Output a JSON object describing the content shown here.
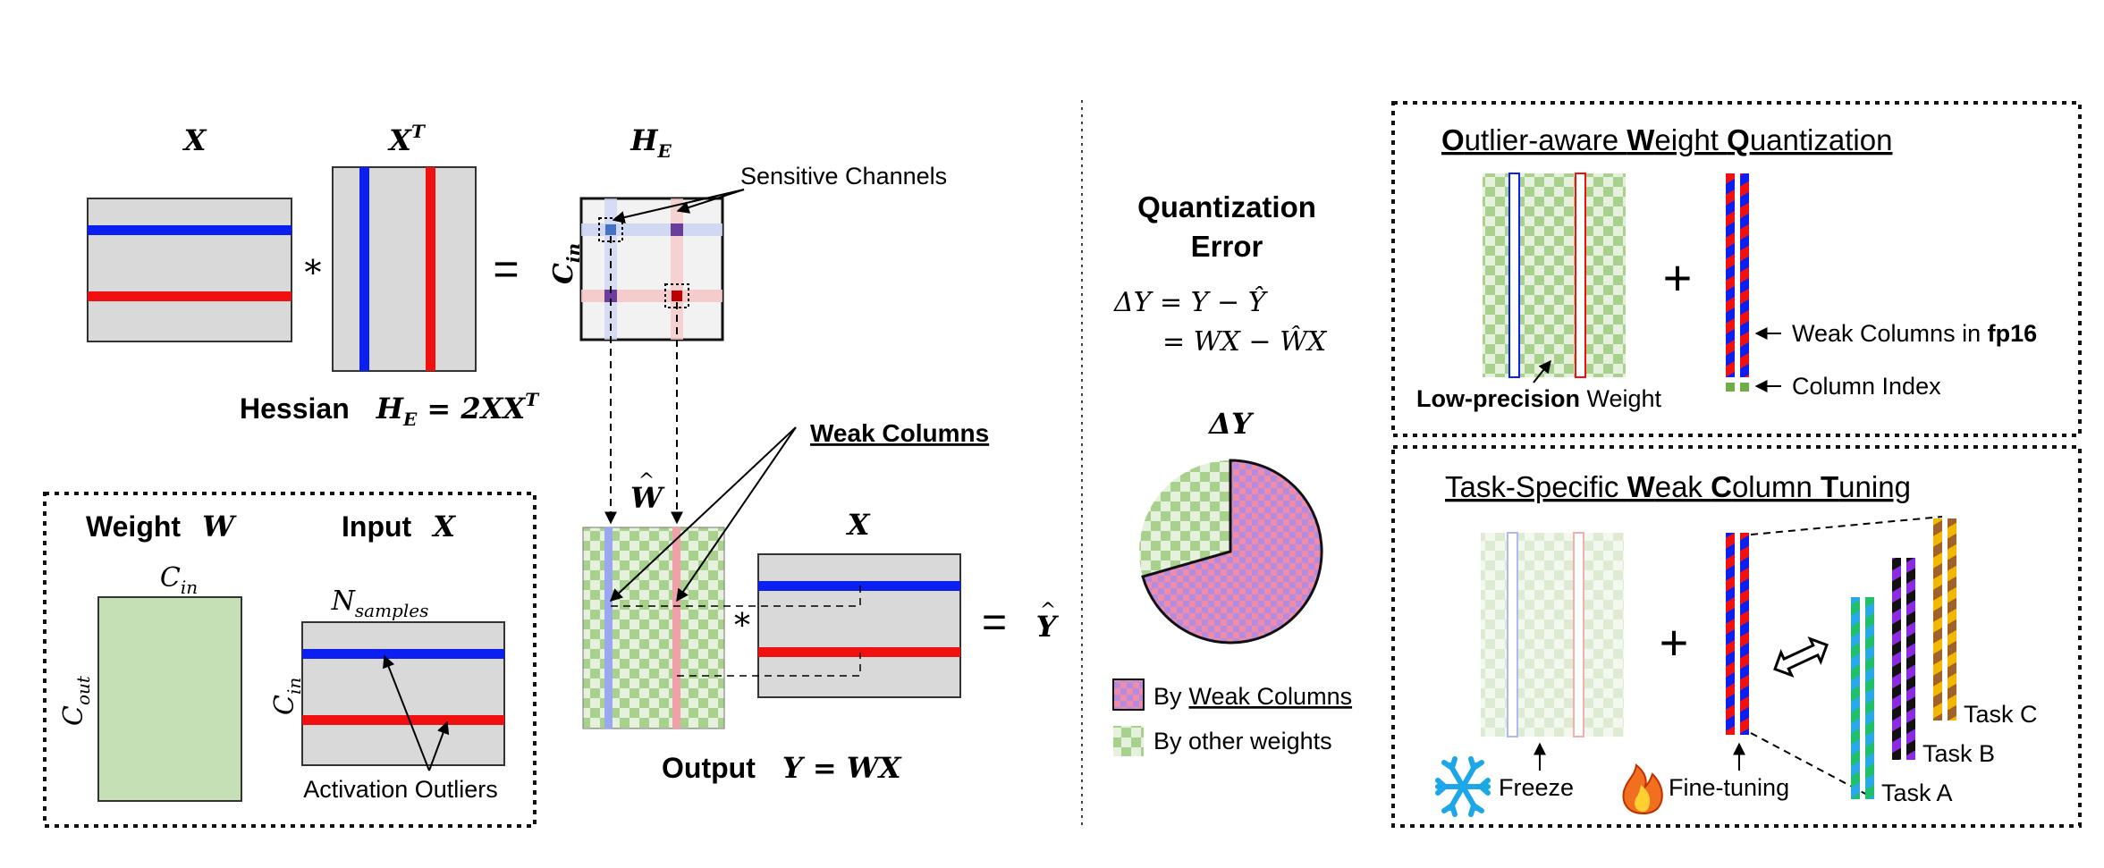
{
  "left": {
    "x_label": "X",
    "xt_label": "X",
    "xt_sup": "T",
    "he_label": "H",
    "he_sub": "E",
    "star": "*",
    "equals": "=",
    "sensitive_channels": "Sensitive Channels",
    "cin_label": "C",
    "cin_sub": "in",
    "hessian_word": "Hessian",
    "hessian_formula": {
      "h": "H",
      "sub": "E",
      "rest": " = 2",
      "xx": "XX",
      "sup": "T"
    },
    "weak_columns": "Weak Columns",
    "w_hat": "W",
    "x2_label": "X",
    "y_hat": "Y",
    "output_word": "Output",
    "output_formula": {
      "y": "Y",
      "eq": " = ",
      "w": "W",
      "x": "X"
    }
  },
  "legend_box": {
    "weight_word": "Weight",
    "weight_sym": "W",
    "input_word": "Input",
    "input_sym": "X",
    "cin": "C",
    "cin_sub": "in",
    "cout": "C",
    "cout_sub": "out",
    "nsamples": "N",
    "nsamples_sub": "samples",
    "cin2": "C",
    "cin2_sub": "in",
    "activation_outliers": "Activation Outliers"
  },
  "middle": {
    "title_line1": "Quantization",
    "title_line2": "Error",
    "eq1": "ΔY = Y − Ŷ",
    "eq2": "= WX − ŴX",
    "pie_label": "ΔY",
    "legend_by": "By",
    "legend_weak": "Weak Columns",
    "legend_other": "By other weights"
  },
  "owq": {
    "title_parts": [
      {
        "t": "O",
        "b": true
      },
      {
        "t": "utlier-aware ",
        "b": false
      },
      {
        "t": "W",
        "b": true
      },
      {
        "t": "eight ",
        "b": false
      },
      {
        "t": "Q",
        "b": true
      },
      {
        "t": "uantization",
        "b": false
      }
    ],
    "plus": "+",
    "low_precision_bold": "Low-precision",
    "low_precision_rest": " Weight",
    "weak_cols_text": "Weak Columns in ",
    "weak_cols_fmt": "fp16",
    "column_index": "Column Index"
  },
  "tuning": {
    "title_parts": [
      {
        "t": "Task-Specific ",
        "b": false
      },
      {
        "t": "W",
        "b": true
      },
      {
        "t": "eak ",
        "b": false
      },
      {
        "t": "C",
        "b": true
      },
      {
        "t": "olumn ",
        "b": false
      },
      {
        "t": "T",
        "b": true
      },
      {
        "t": "uning",
        "b": false
      }
    ],
    "plus": "+",
    "freeze": "Freeze",
    "fine_tuning": "Fine-tuning",
    "task_a": "Task A",
    "task_b": "Task B",
    "task_c": "Task C"
  },
  "colors": {
    "blue": "#0a1ff0",
    "red": "#f01010",
    "gray_box": "#d9d9d9",
    "green_fill": "#c5e0b4",
    "check_green": "#a9d18e",
    "pie_purple": "#b38be0",
    "pie_pink": "#f08ca8"
  }
}
